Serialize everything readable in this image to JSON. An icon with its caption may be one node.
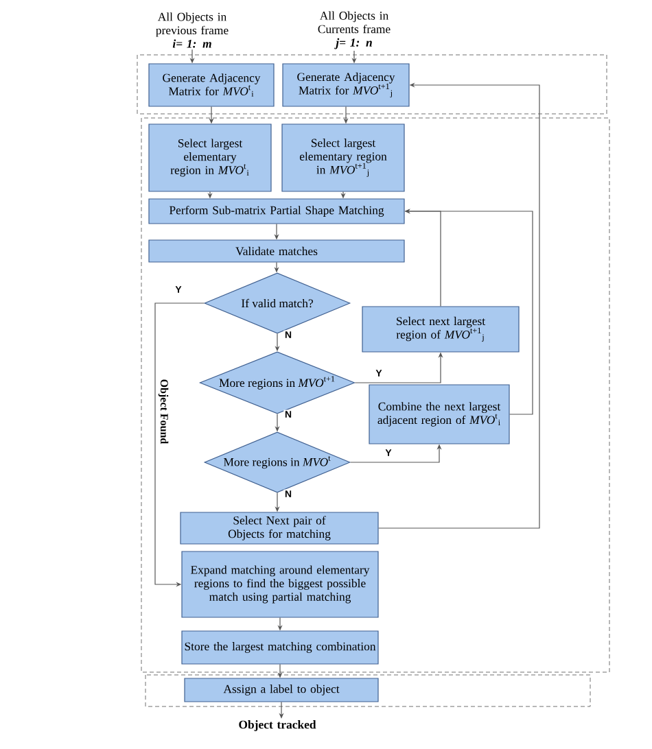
{
  "diagram": {
    "nodes": [
      {
        "text": [
          "All Objects in previous frame",
          "i= 1: m"
        ]
      },
      {
        "text": [
          "All Objects in Currents frame",
          "j= 1: n"
        ]
      },
      {
        "text": [
          "Generate Adjacency Matrix for *MVO*$^{t}$$_{i}$"
        ]
      },
      {
        "text": [
          "Generate Adjacency Matrix for *MVO*$^{t+1}$$_{j}$"
        ]
      },
      {
        "text": [
          "Select largest elementary region in *MVO*$^{t}$$_{i}$"
        ]
      },
      {
        "text": [
          "Select largest elementary region in *MVO*$^{t+1}$$_{j}$"
        ]
      },
      {
        "text": [
          "Perform Sub-matrix Partial Shape Matching"
        ]
      },
      {
        "text": [
          "Validate matches"
        ]
      },
      {
        "text": [
          "If valid match?"
        ]
      },
      {
        "text": [
          "More regions in *MVO*$^{t+1}$"
        ]
      },
      {
        "text": [
          "More regions in *MVO*$^{t}$"
        ]
      },
      {
        "text": [
          "Select next largest region of *MVO*$^{t+1}$$_{j}$"
        ]
      },
      {
        "text": [
          "Combine the next largest adjacent region of *MVO*$^{t}$$_{i}$"
        ]
      },
      {
        "text": [
          "Select Next pair of Objects for matching"
        ]
      },
      {
        "text": [
          "Expand matching around elementary regions to find the biggest possible match using partial matching"
        ]
      },
      {
        "text": [
          "Store the largest matching combination"
        ]
      },
      {
        "text": [
          "Assign a label to object"
        ]
      },
      {
        "text": [
          "Object tracked"
        ]
      }
    ],
    "edges": [
      {
        "from": 0,
        "to": 2,
        "arrow": "to"
      },
      {
        "from": 1,
        "to": 3,
        "arrow": "to"
      },
      {
        "from": 2,
        "to": 4,
        "arrow": "to"
      },
      {
        "from": 3,
        "to": 5,
        "arrow": "to"
      },
      {
        "from": 4,
        "to": 6,
        "arrow": "to"
      },
      {
        "from": 5,
        "to": 6,
        "arrow": "to"
      },
      {
        "from": 6,
        "to": 7,
        "arrow": "to"
      },
      {
        "from": 7,
        "to": 8,
        "arrow": "to"
      },
      {
        "from": 8,
        "to": 9,
        "arrow": "to",
        "label": "N"
      },
      {
        "from": 9,
        "to": 10,
        "arrow": "to",
        "label": "N"
      },
      {
        "from": 10,
        "to": 13,
        "arrow": "to",
        "label": "N"
      },
      {
        "from": 8,
        "to": 14,
        "arrow": "to",
        "label": "Y"
      },
      {
        "from": 9,
        "to": 11,
        "arrow": "to",
        "label": "Y"
      },
      {
        "from": 10,
        "to": 12,
        "arrow": "to",
        "label": "Y"
      },
      {
        "from": 11,
        "to": 6,
        "arrow": "to"
      },
      {
        "from": 12,
        "to": 6,
        "arrow": "to"
      },
      {
        "from": 13,
        "to": 3,
        "arrow": "to"
      },
      {
        "from": 14,
        "to": 15,
        "arrow": "to"
      },
      {
        "from": 15,
        "to": 16,
        "arrow": "to"
      },
      {
        "from": 16,
        "to": 17,
        "arrow": "to"
      }
    ],
    "labels": [
      "Object Found"
    ]
  }
}
